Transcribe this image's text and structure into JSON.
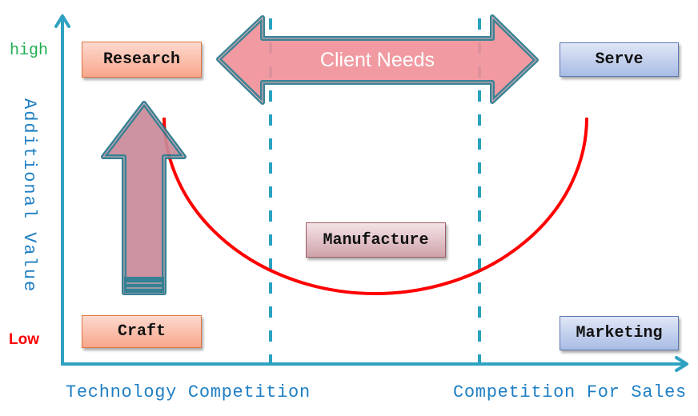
{
  "axes": {
    "y_title": "Additional Value",
    "y_high": "high",
    "y_low": "Low",
    "x_left_label": "Technology Competition",
    "x_right_label": "Competition For Sales"
  },
  "banner": {
    "label": "Client Needs"
  },
  "stages": {
    "research": "Research",
    "serve": "Serve",
    "craft": "Craft",
    "marketing": "Marketing",
    "manufacture": "Manufacture"
  },
  "colors": {
    "axis": "#2ea2c0",
    "axis_text": "#1f7fc4",
    "high": "#21ad52",
    "low": "#ff0000",
    "curve": "#ff0000",
    "arrow_border": "#24778b",
    "banner_fill": "#f09097",
    "up_arrow_fill": "#c98a98"
  }
}
